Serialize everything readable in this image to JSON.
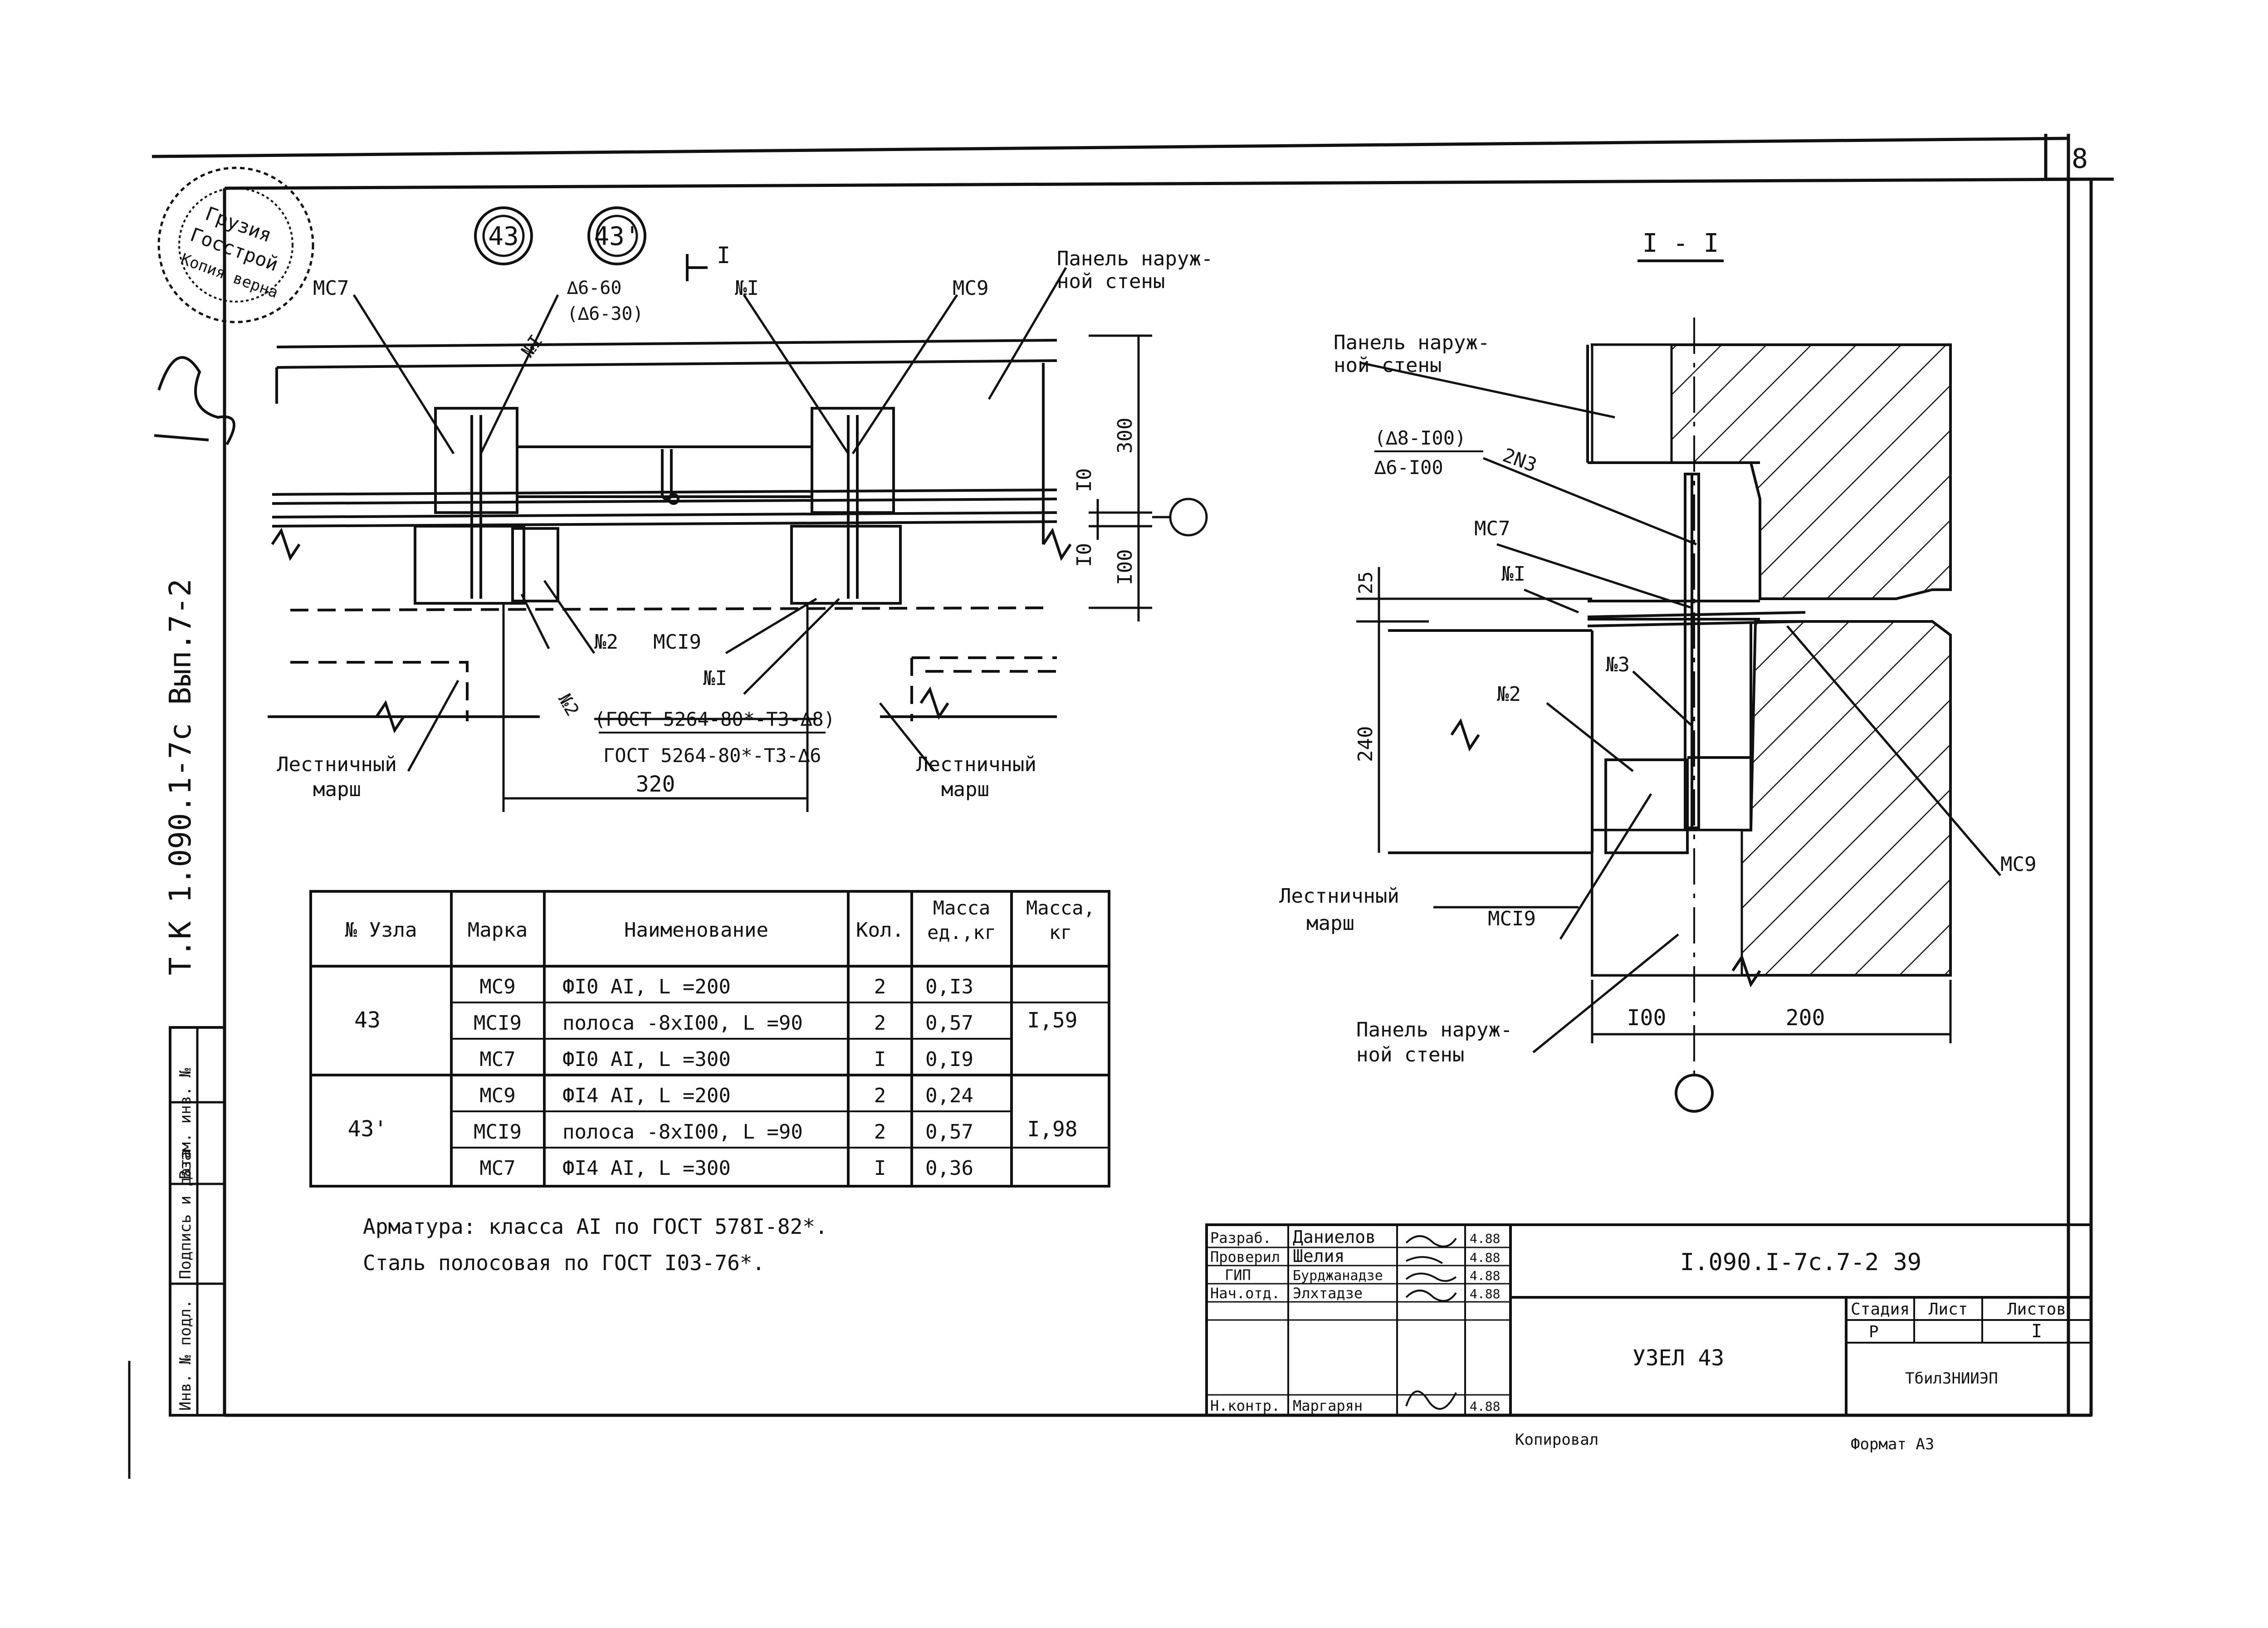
{
  "sheet_number": "8",
  "side_stamp_text": "Т.К 1.090.1-7с Вып.7-2",
  "stamp_text": [
    "Грузия",
    "Госстрой",
    "Копия верна"
  ],
  "node_marks": [
    "43",
    "43'"
  ],
  "plan": {
    "section_mark": "I",
    "labels": {
      "mc7": "МС7",
      "n1_top": "№I",
      "mc9": "МС9",
      "panel": [
        "Панель наруж-",
        "ной стены"
      ],
      "weld_top": "∆6-60",
      "weld_top_alt": "(∆6-30)",
      "n1_rot": "№I",
      "n2_rot": "№2",
      "n2": "№2",
      "mc19": "МСI9",
      "n1_mid": "№I",
      "gost_alt": "(ГОСТ 5264-80*-Т3-∆8)",
      "gost": "ГОСТ 5264-80*-Т3-∆6",
      "stair_left": [
        "Лестничный",
        "марш"
      ],
      "stair_right": [
        "Лестничный",
        "марш"
      ]
    },
    "dims": {
      "d300": "300",
      "d10a": "I0",
      "d10b": "I0",
      "d100": "I00",
      "d320": "320"
    }
  },
  "section": {
    "title": "I - I",
    "labels": {
      "panel_top": [
        "Панель наруж-",
        "ной стены"
      ],
      "weld_alt": "(∆8-I00)",
      "weld": "∆6-I00",
      "n3_rot": "2N3",
      "mc7": "МС7",
      "n1": "№I",
      "n3": "№3",
      "n2": "№2",
      "stair": [
        "Лестничный",
        "марш"
      ],
      "mc19": "МСI9",
      "panel_bottom": [
        "Панель наруж-",
        "ной стены"
      ],
      "mc9": "МС9"
    },
    "dims": {
      "d25": "25",
      "d240": "240",
      "d100": "I00",
      "d200": "200"
    }
  },
  "spec_table": {
    "headers": [
      "№ Узла",
      "Марка",
      "Наименование",
      "Кол.",
      "Масса ед.,кг",
      "Масса, кг"
    ],
    "groups": [
      {
        "node": "43",
        "total": "I,59",
        "rows": [
          {
            "mark": "МС9",
            "name": "ФI0 АI,  L =200",
            "qty": "2",
            "unit_mass": "0,I3"
          },
          {
            "mark": "МСI9",
            "name": "полоса -8хI00,  L =90",
            "qty": "2",
            "unit_mass": "0,57"
          },
          {
            "mark": "МС7",
            "name": "ФI0 АI,  L =300",
            "qty": "I",
            "unit_mass": "0,I9"
          }
        ]
      },
      {
        "node": "43'",
        "total": "I,98",
        "rows": [
          {
            "mark": "МС9",
            "name": "ФI4 АI,  L =200",
            "qty": "2",
            "unit_mass": "0,24"
          },
          {
            "mark": "МСI9",
            "name": "полоса -8хI00,  L =90",
            "qty": "2",
            "unit_mass": "0,57"
          },
          {
            "mark": "МС7",
            "name": "ФI4 АI,  L =300",
            "qty": "I",
            "unit_mass": "0,36"
          }
        ]
      }
    ]
  },
  "notes": [
    "Арматура: класса АI по ГОСТ 578I-82*.",
    "Сталь полосовая по ГОСТ  I03-76*."
  ],
  "side_columns": [
    "Инв. № подл.",
    "Подпись и дата",
    "Взам. инв. №"
  ],
  "title_block": {
    "roles": [
      "Разраб.",
      "Проверил",
      "ГИП",
      "Нач.отд.",
      "Н.контр."
    ],
    "names": [
      "Даниелов",
      "Шелия",
      "Бурджанадзе",
      "Элхтадзе",
      "Маргарян"
    ],
    "dates": [
      "4.88",
      "4.88",
      "4.88",
      "4.88",
      "4.88"
    ],
    "doc_code": "I.090.I-7с.7-2 39",
    "title": "УЗЕЛ 43",
    "stage_header": "Стадия",
    "sheet_header": "Лист",
    "sheets_header": "Листов",
    "stage": "Р",
    "sheet": "",
    "sheets": "I",
    "org": "ТбилЗНИИЭП"
  },
  "footer": {
    "copied": "Копировал",
    "format": "Формат А3"
  }
}
